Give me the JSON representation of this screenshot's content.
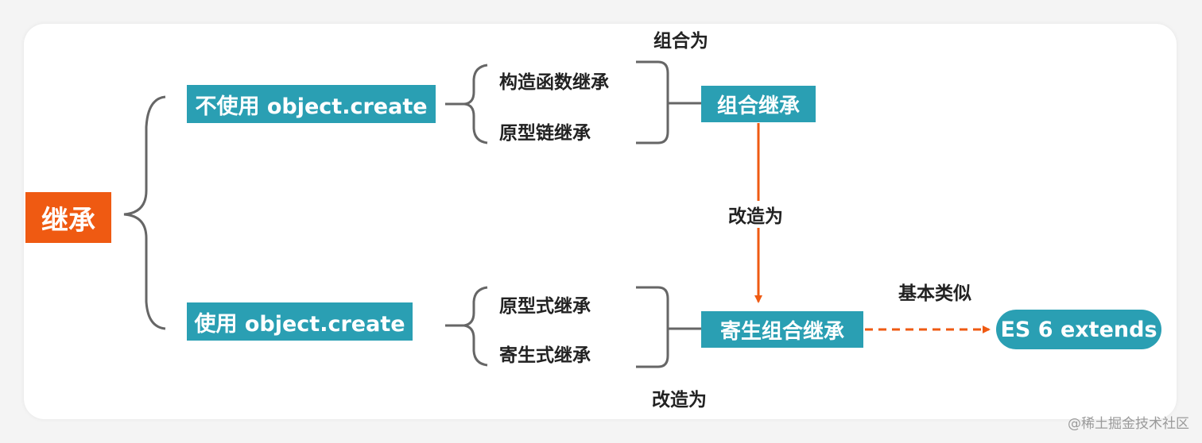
{
  "root": {
    "label": "继承"
  },
  "branches": [
    {
      "label": "不使用 object.create",
      "methods": [
        "构造函数继承",
        "原型链继承"
      ],
      "merge_label": "组合为",
      "result": "组合继承"
    },
    {
      "label": "使用 object.create",
      "methods": [
        "原型式继承",
        "寄生式继承"
      ],
      "merge_label": "改造为",
      "result": "寄生组合继承"
    }
  ],
  "transform_label": "改造为",
  "similar_label": "基本类似",
  "final": "ES 6 extends",
  "watermark": "@稀土掘金技术社区",
  "colors": {
    "root": "#ef5a12",
    "node": "#2a9fb3",
    "arrow": "#ef5a12",
    "line": "#666666"
  }
}
